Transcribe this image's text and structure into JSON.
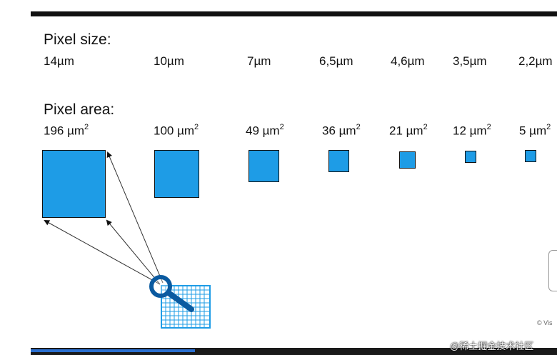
{
  "sections": {
    "pixel_size_heading": "Pixel size:",
    "pixel_area_heading": "Pixel area:"
  },
  "pixels": [
    {
      "size": "14µm",
      "area_value": "196 µm",
      "area_sup": "2"
    },
    {
      "size": "10µm",
      "area_value": "100 µm",
      "area_sup": "2"
    },
    {
      "size": "7µm",
      "area_value": "49 µm",
      "area_sup": "2"
    },
    {
      "size": "6,5µm",
      "area_value": "36 µm",
      "area_sup": "2"
    },
    {
      "size": "4,6µm",
      "area_value": "21 µm",
      "area_sup": "2"
    },
    {
      "size": "3,5µm",
      "area_value": "12 µm",
      "area_sup": "2"
    },
    {
      "size": "2,2µm",
      "area_value": "5 µm",
      "area_sup": "2"
    }
  ],
  "footer": {
    "copyright": "© Vis",
    "watermark": "@稀土掘金技术社区"
  },
  "colors": {
    "pixel_fill": "#1e9ce6",
    "magnifier": "#0a5aa0",
    "sensor_grid": "#1e9ce6"
  },
  "icons": {
    "magnifier": "magnifier-icon"
  }
}
